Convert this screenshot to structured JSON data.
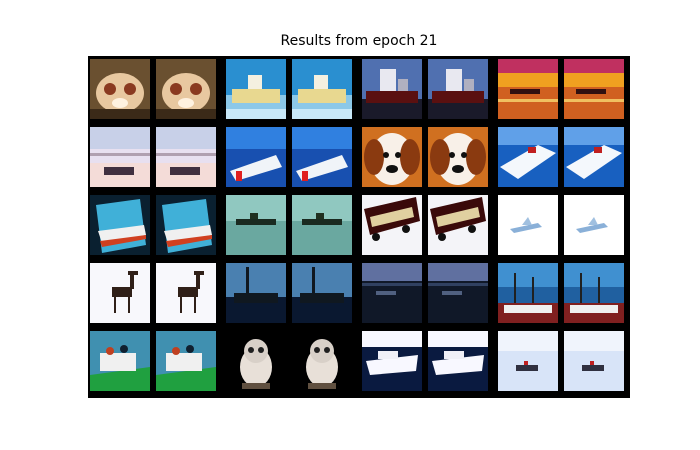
{
  "figure": {
    "title": "Results from epoch 21"
  },
  "grid": {
    "rows": 5,
    "pairs_per_row": 4,
    "images": [
      [
        "cat-face",
        "cat-face",
        "ship-yellow-hull",
        "ship-yellow-hull",
        "ship-dark-red-hull",
        "ship-dark-red-hull",
        "sunset-sea",
        "sunset-sea"
      ],
      [
        "shore-vehicle",
        "shore-vehicle",
        "boat-blue-water",
        "boat-blue-water",
        "dog-face",
        "dog-face",
        "speedboat-white",
        "speedboat-white"
      ],
      [
        "ship-red-stripe",
        "ship-red-stripe",
        "ship-on-water",
        "ship-on-water",
        "truck-white",
        "truck-white",
        "airplane-white-sky",
        "airplane-white-sky"
      ],
      [
        "deer-on-snow",
        "deer-on-snow",
        "ship-blue-harbor",
        "ship-blue-harbor",
        "dark-sea",
        "dark-sea",
        "sailboats-harbor",
        "sailboats-harbor"
      ],
      [
        "boat-people",
        "boat-people",
        "owl",
        "owl",
        "cruise-ship",
        "cruise-ship",
        "boat-white-sea",
        "boat-white-sea"
      ]
    ]
  }
}
